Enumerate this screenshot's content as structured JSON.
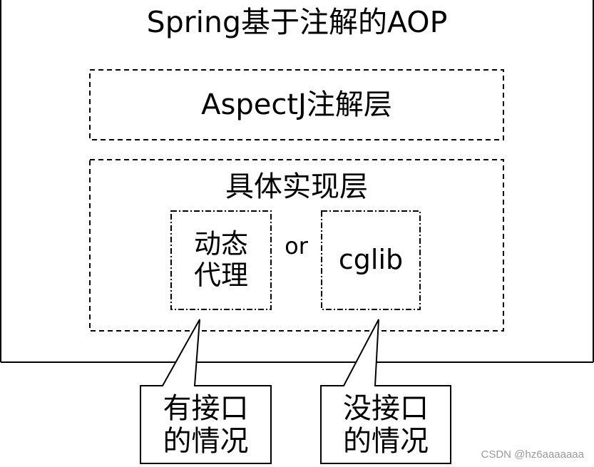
{
  "diagram": {
    "title": "Spring基于注解的AOP",
    "annotation_layer": "AspectJ注解层",
    "implementation_layer": "具体实现层",
    "dynamic_proxy": {
      "line1": "动态",
      "line2": "代理"
    },
    "or_label": "or",
    "cglib": "cglib",
    "callout_with_interface": {
      "line1": "有接口",
      "line2": "的情况"
    },
    "callout_without_interface": {
      "line1": "没接口",
      "line2": "的情况"
    }
  },
  "watermark": "CSDN @hz6aaaaaaa",
  "colors": {
    "line": "#000000",
    "background": "#ffffff",
    "watermark": "#9a9a9a"
  }
}
